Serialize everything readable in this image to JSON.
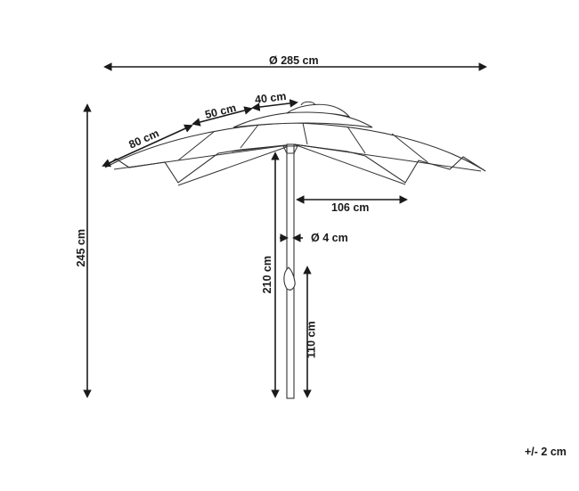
{
  "dimensions": {
    "total_diameter": "Ø 285 cm",
    "total_height": "245 cm",
    "pole_height": "210 cm",
    "crank_height": "110 cm",
    "canopy_outer": "80 cm",
    "canopy_middle": "50 cm",
    "canopy_top": "40 cm",
    "canopy_radius": "106 cm",
    "pole_diameter": "Ø 4 cm"
  },
  "tolerance": "+/- 2 cm"
}
